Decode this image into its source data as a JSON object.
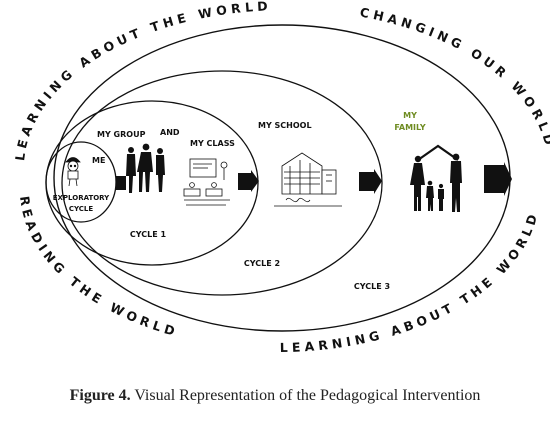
{
  "arcs": {
    "top_left": "LEARNING ABOUT THE WORLD",
    "top_right": "CHANGING OUR WORLD",
    "bottom_right": "LEARNING ABOUT THE WORLD",
    "bottom_center": "LEARNING ABOUT THE WORLD",
    "bottom_left": "READING THE WORLD"
  },
  "levels": {
    "me": "ME",
    "exploratory": "EXPLORATORY",
    "cycle": "CYCLE",
    "my_group": "MY GROUP",
    "and": "AND",
    "my_class": "MY  CLASS",
    "my_school": "MY SCHOOL",
    "my": "MY",
    "family": "FAMILY"
  },
  "cycles": {
    "cycle1": "CYCLE  1",
    "cycle2": "CYCLE  2",
    "cycle3": "CYCLE 3"
  },
  "caption": {
    "label": "Figure 4.",
    "text": " Visual Representation of the Pedagogical Intervention"
  },
  "colors": {
    "line": "#111111",
    "family_label": "#6f8c22"
  },
  "icons": [
    "child-icon",
    "group-silhouettes-icon",
    "classroom-icon",
    "school-building-icon",
    "family-silhouettes-icon"
  ]
}
